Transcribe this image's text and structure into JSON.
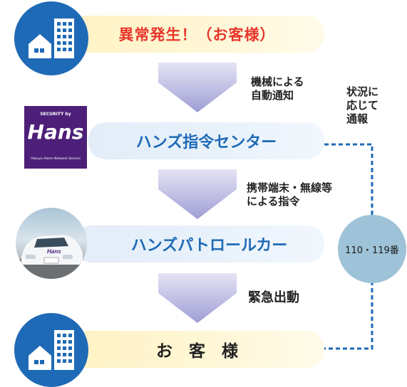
{
  "steps": {
    "occurrence": "異常発生！（お客様）",
    "center": "ハンズ指令センター",
    "patrol": "ハンズパトロールカー",
    "customer": "お　客　様"
  },
  "arrows": {
    "auto_notify": "機械による\n自動通知",
    "dispatch": "携帯端末・無線等\nによる指令",
    "emergency": "緊急出動"
  },
  "side_note": "状況に\n応じて\n通報",
  "report_badge": "110・119番",
  "logo": {
    "top": "SECURITY by",
    "brand": "Hans",
    "bottom": "Hokuyo Alarm Network Service"
  },
  "car_plate_text": "Hans",
  "colors": {
    "building_circle": "#1f6ab6",
    "arrow": "#9f9ed6",
    "headline_red": "#e8352a",
    "headline_blue": "#1f6ab6",
    "dash_line": "#1f6ab6",
    "report_circle": "#9ec3d8"
  },
  "icons": [
    "building-icon",
    "building-icon",
    "patrol-car-photo",
    "hans-logo"
  ]
}
